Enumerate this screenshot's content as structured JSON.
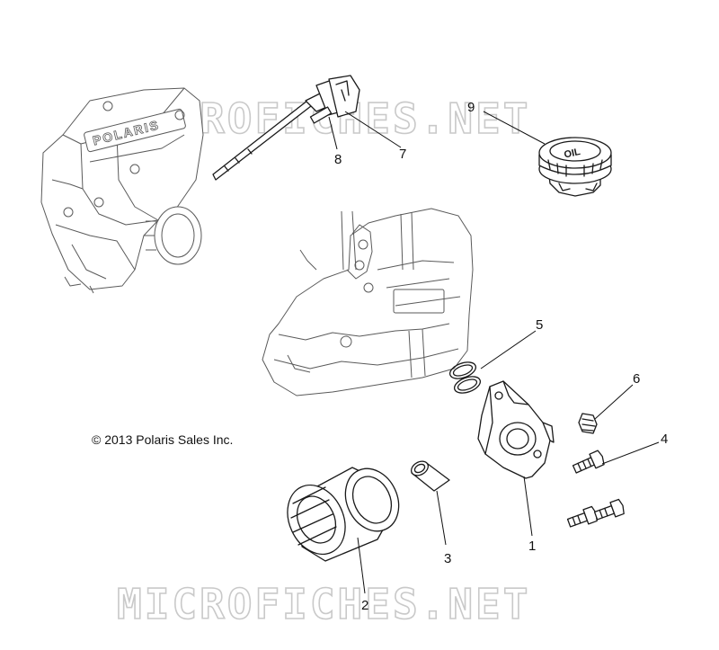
{
  "watermark": {
    "top": "MICROFICHES.NET",
    "bottom": "MICROFICHES.NET"
  },
  "copyright": "© 2013 Polaris Sales Inc.",
  "engine_logo": "POLARIS",
  "cap_marking": "OIL",
  "callouts": {
    "c1": "1",
    "c2": "2",
    "c3": "3",
    "c4": "4",
    "c5": "5",
    "c6": "6",
    "c7": "7",
    "c8": "8",
    "c9": "9"
  }
}
